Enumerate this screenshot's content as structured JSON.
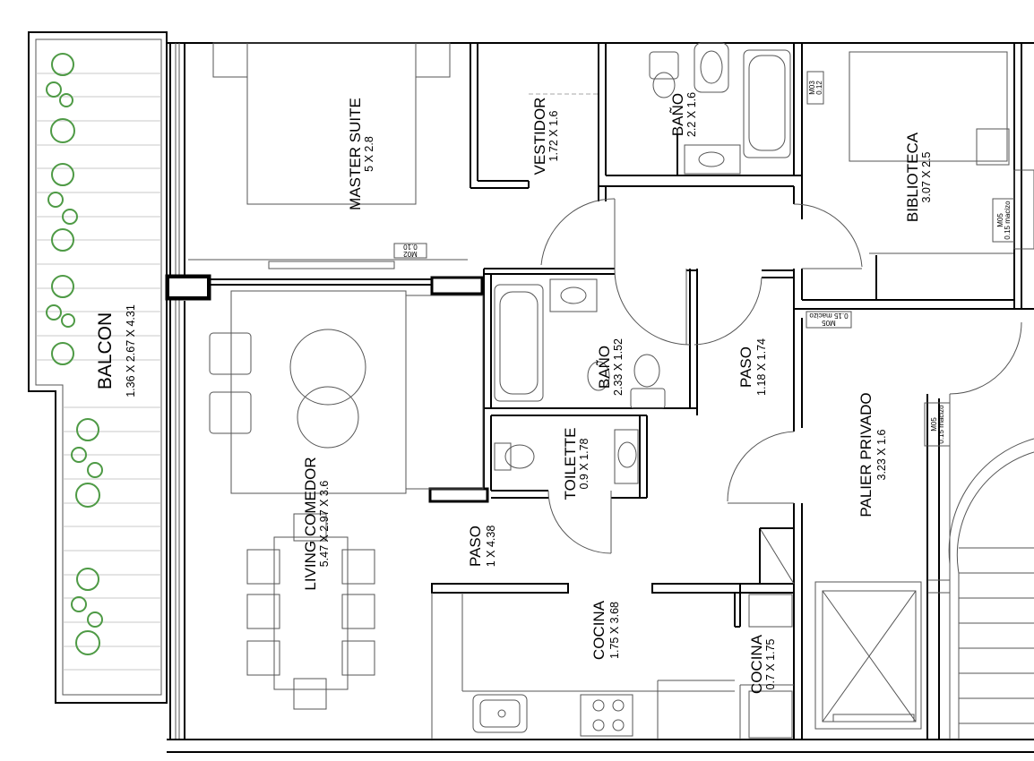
{
  "rooms": {
    "master_suite": {
      "name": "MASTER SUITE",
      "dims": "5 X 2.8"
    },
    "vestidor": {
      "name": "VESTIDOR",
      "dims": "1.72 X 1.6"
    },
    "bano_suite": {
      "name": "BAÑO",
      "dims": "2.2 X 1.6"
    },
    "biblioteca": {
      "name": "BIBLIOTECA",
      "dims": "3.07 X 2.5"
    },
    "balcon": {
      "name": "BALCON",
      "dims": "1.36 X 2.67 X 4.31"
    },
    "bano": {
      "name": "BAÑO",
      "dims": "2.33 X 1.52"
    },
    "paso_hall": {
      "name": "PASO",
      "dims": "1.18 X 1.74"
    },
    "toilette": {
      "name": "TOILETTE",
      "dims": "0.9 X 1.78"
    },
    "palier": {
      "name": "PALIER PRIVADO",
      "dims": "3.23 X 1.6"
    },
    "living": {
      "name": "LIVING COMEDOR",
      "dims": "5.47 X 2.97 X 3.6"
    },
    "paso_main": {
      "name": "PASO",
      "dims": "1 X 4.38"
    },
    "cocina": {
      "name": "COCINA",
      "dims": "1.75 X 3.68"
    },
    "cocina_small": {
      "name": "COCINA",
      "dims": "0.7 X 1.75"
    }
  },
  "tags": {
    "m02_code": "M02",
    "m02_width": "0.10",
    "m03_code": "M03",
    "m03_width": "0.12",
    "m05a_code": "M05",
    "m05a_width": "0.15 macizo",
    "m05b_code": "M05",
    "m05b_width": "0.15 macizo",
    "m05c_code": "M05",
    "m05c_width": "0.15 macizo"
  }
}
